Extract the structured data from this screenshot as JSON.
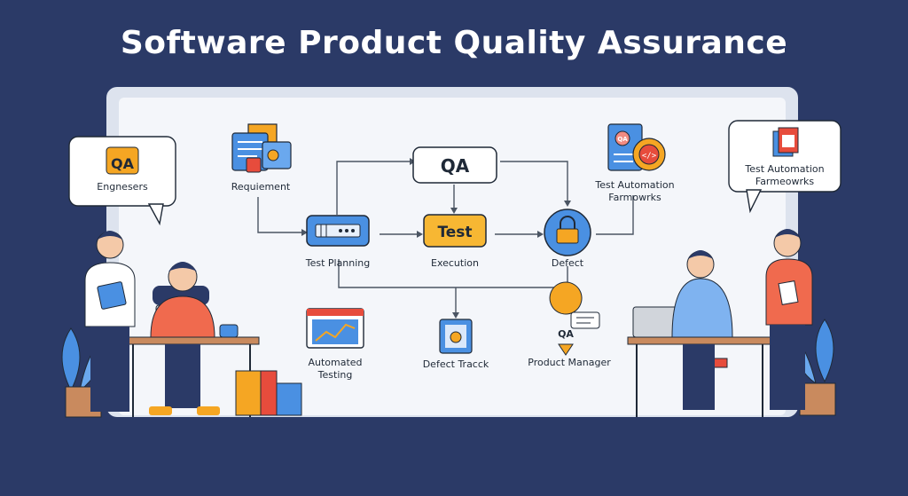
{
  "title": "Software Product Quality Assurance",
  "bubble_left": {
    "badge": "QA",
    "text": "Engnesers"
  },
  "bubble_right": {
    "line1": "Test Automation",
    "line2": "Farmeowrks"
  },
  "nodes": {
    "requirement": "Requiement",
    "qa": "QA",
    "test_planning": "Test Planning",
    "test_box": "Test",
    "execution": "Execution",
    "defect": "Defect",
    "automation_line1": "Test Automation",
    "automation_line2": "Farmowrks",
    "automated_line1": "Automated",
    "automated_line2": "Testing",
    "defect_track": "Defect Tracck",
    "product_manager": "Product Manager",
    "pm_badge": "QA",
    "doc_badge": "QA"
  },
  "colors": {
    "background": "#2b3a67",
    "board": "#eef1f7",
    "accent_blue": "#4a90e2",
    "accent_orange": "#f5a623",
    "qa_yellow": "#f7b733"
  }
}
